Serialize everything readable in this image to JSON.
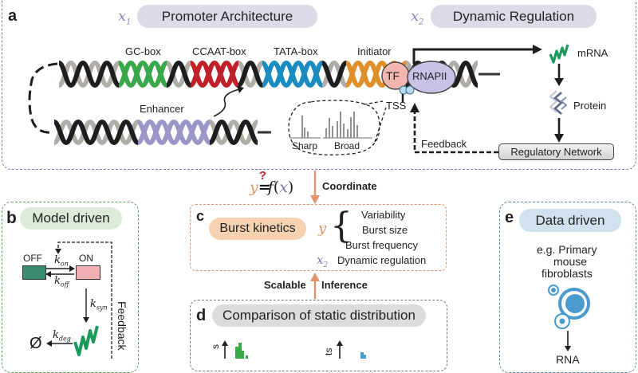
{
  "panel_a": {
    "letter": "a",
    "x1_symbol": "x",
    "x1_sub": "1",
    "x2_symbol": "x",
    "x2_sub": "2",
    "promoter_title": "Promoter Architecture",
    "dynamic_title": "Dynamic Regulation",
    "elements": [
      "GC-box",
      "CCAAT-box",
      "TATA-box",
      "Initiator"
    ],
    "enhancer": "Enhancer",
    "tf": "TF",
    "rnapii": "RNAPII",
    "tss": "TSS",
    "sharp": "Sharp",
    "broad": "Broad",
    "mrna": "mRNA",
    "protein": "Protein",
    "feedback": "Feedback",
    "network": "Regulatory Network",
    "colors": {
      "gc": "#3aa84a",
      "ccaat": "#c0202a",
      "tata": "#1a8cc0",
      "initiator": "#e0902a",
      "enhancer": "#9a96c8",
      "backbone_gray": "#b0aca6",
      "backbone_black": "#1e1e1e",
      "tf": "#f2b5b0",
      "rnapii": "#c8c2e6",
      "mrna": "#1a9a5a"
    }
  },
  "equation": {
    "y": "y",
    "q": "?",
    "eq": "=",
    "f": "f",
    "lp": "(",
    "x": "x",
    "rp": ")"
  },
  "coordinate": "Coordinate",
  "panel_b": {
    "letter": "b",
    "title": "Model driven",
    "off": "OFF",
    "on": "ON",
    "k": "k",
    "k_on": "on",
    "k_off": "off",
    "k_syn": "syn",
    "k_deg": "deg",
    "empty": "Ø",
    "feedback": "Feedback"
  },
  "panel_c": {
    "letter": "c",
    "title": "Burst kinetics",
    "y": "y",
    "items": [
      "Variability",
      "Burst size",
      "Burst frequency"
    ],
    "x2": "x",
    "x2_sub": "2",
    "dynamic": "Dynamic regulation"
  },
  "scalable": "Scalable",
  "inference": "Inference",
  "panel_d": {
    "letter": "d",
    "title": "Comparison of static distribution",
    "ylabel_left": "s",
    "ylabel_right": "ts"
  },
  "panel_e": {
    "letter": "e",
    "title": "Data driven",
    "desc_lines": [
      "e.g. Primary",
      "mouse",
      "fibroblasts"
    ],
    "next": "RNA"
  }
}
